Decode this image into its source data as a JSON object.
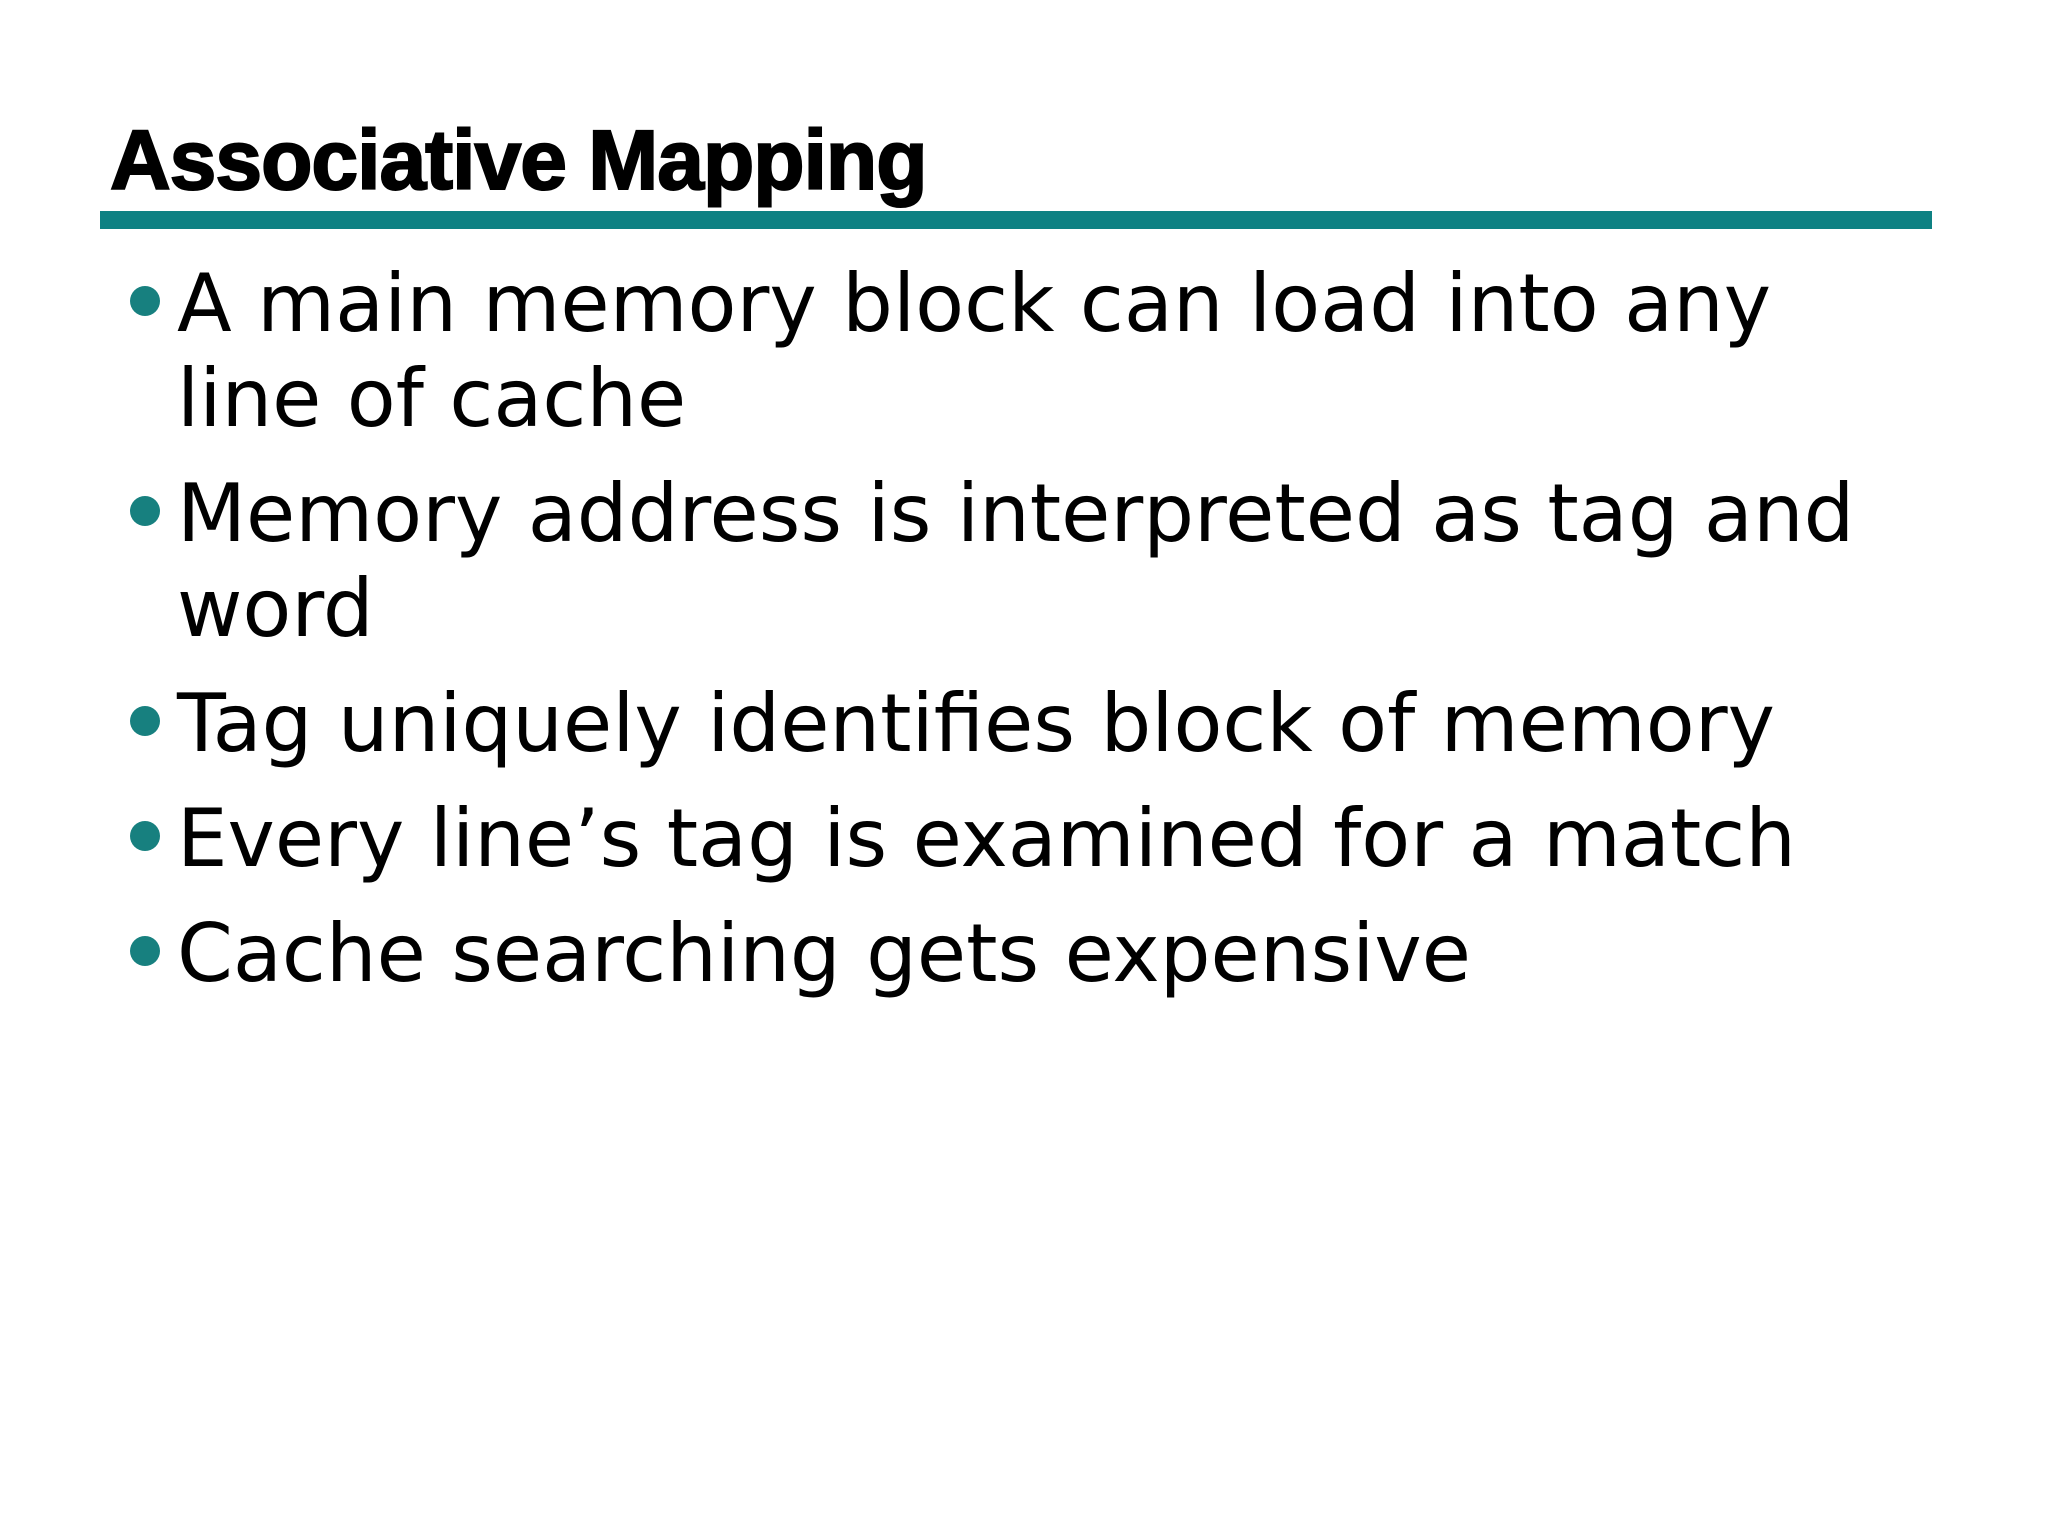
{
  "slide": {
    "title": "Associative Mapping",
    "bullets": [
      "A main memory block can load into any line of cache",
      "Memory address is interpreted as tag and word",
      "Tag uniquely identifies block of memory",
      "Every line’s tag is examined for a match",
      "Cache searching gets expensive"
    ],
    "colors": {
      "accent_teal": "#0E8183",
      "bullet_teal": "#17807F",
      "text": "#000000",
      "background": "#FFFFFF"
    }
  }
}
